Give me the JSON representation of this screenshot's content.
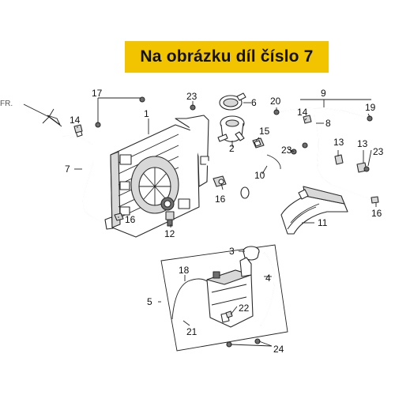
{
  "banner": {
    "text": "Na obrázku díl číslo 7"
  },
  "direction": {
    "label": "FR."
  },
  "callouts": [
    {
      "id": "c1",
      "text": "1"
    },
    {
      "id": "c2",
      "text": "2"
    },
    {
      "id": "c3",
      "text": "3"
    },
    {
      "id": "c4",
      "text": "4"
    },
    {
      "id": "c5",
      "text": "5"
    },
    {
      "id": "c6",
      "text": "6"
    },
    {
      "id": "c7",
      "text": "7"
    },
    {
      "id": "c8",
      "text": "8"
    },
    {
      "id": "c9",
      "text": "9"
    },
    {
      "id": "c10",
      "text": "10"
    },
    {
      "id": "c11",
      "text": "11"
    },
    {
      "id": "c12",
      "text": "12"
    },
    {
      "id": "c13a",
      "text": "13"
    },
    {
      "id": "c13b",
      "text": "13"
    },
    {
      "id": "c14a",
      "text": "14"
    },
    {
      "id": "c14b",
      "text": "14"
    },
    {
      "id": "c15",
      "text": "15"
    },
    {
      "id": "c16a",
      "text": "16"
    },
    {
      "id": "c16b",
      "text": "16"
    },
    {
      "id": "c16c",
      "text": "16"
    },
    {
      "id": "c17",
      "text": "17"
    },
    {
      "id": "c18",
      "text": "18"
    },
    {
      "id": "c19",
      "text": "19"
    },
    {
      "id": "c20",
      "text": "20"
    },
    {
      "id": "c21",
      "text": "21"
    },
    {
      "id": "c22",
      "text": "22"
    },
    {
      "id": "c23a",
      "text": "23"
    },
    {
      "id": "c23b",
      "text": "23"
    },
    {
      "id": "c23c",
      "text": "23"
    },
    {
      "id": "c24",
      "text": "24"
    }
  ],
  "colors": {
    "banner": "#f2c400",
    "ink": "#222222"
  }
}
